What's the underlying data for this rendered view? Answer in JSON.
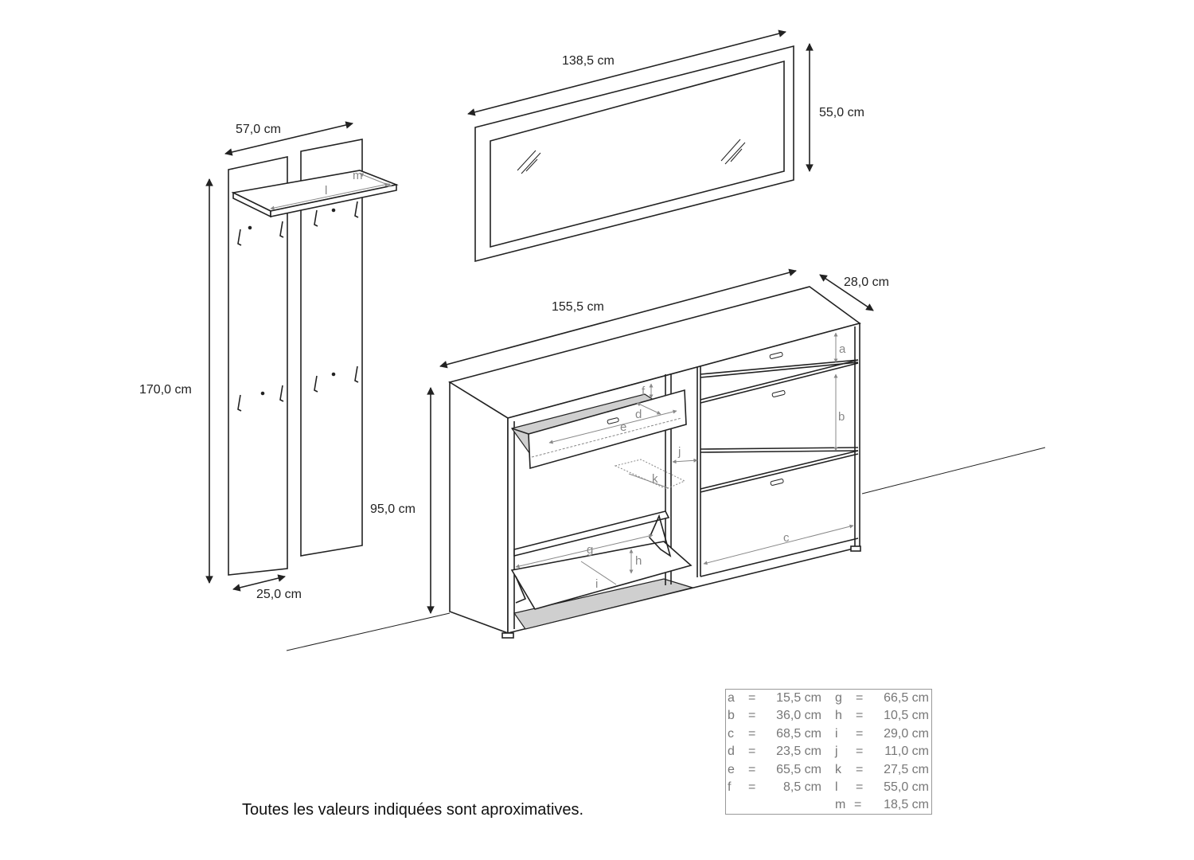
{
  "dimensions": {
    "coat_rack_height": "170,0 cm",
    "coat_rack_width": "57,0 cm",
    "coat_rack_panel_width": "25,0 cm",
    "mirror_width": "138,5 cm",
    "mirror_height": "55,0 cm",
    "cabinet_width": "155,5 cm",
    "cabinet_depth": "28,0 cm",
    "cabinet_height": "95,0 cm"
  },
  "letters": {
    "a": "a",
    "b": "b",
    "c": "c",
    "d": "d",
    "e": "e",
    "f": "f",
    "g": "g",
    "h": "h",
    "i": "i",
    "j": "j",
    "k": "k",
    "l": "l",
    "m": "m"
  },
  "legend": {
    "left": [
      {
        "key": "a",
        "eq": "=",
        "value": "15,5 cm"
      },
      {
        "key": "b",
        "eq": "=",
        "value": "36,0 cm"
      },
      {
        "key": "c",
        "eq": "=",
        "value": "68,5 cm"
      },
      {
        "key": "d",
        "eq": "=",
        "value": "23,5 cm"
      },
      {
        "key": "e",
        "eq": "=",
        "value": "65,5 cm"
      },
      {
        "key": "f",
        "eq": "=",
        "value": "8,5 cm"
      }
    ],
    "right": [
      {
        "key": "g",
        "eq": "=",
        "value": "66,5 cm"
      },
      {
        "key": "h",
        "eq": "=",
        "value": "10,5 cm"
      },
      {
        "key": "i",
        "eq": "=",
        "value": "29,0 cm"
      },
      {
        "key": "j",
        "eq": "=",
        "value": "11,0 cm"
      },
      {
        "key": "k",
        "eq": "=",
        "value": "27,5 cm"
      },
      {
        "key": "l",
        "eq": "=",
        "value": "55,0 cm"
      },
      {
        "key": "m",
        "eq": "=",
        "value": "18,5 cm"
      }
    ]
  },
  "note": "Toutes les valeurs indiquées sont aproximatives."
}
